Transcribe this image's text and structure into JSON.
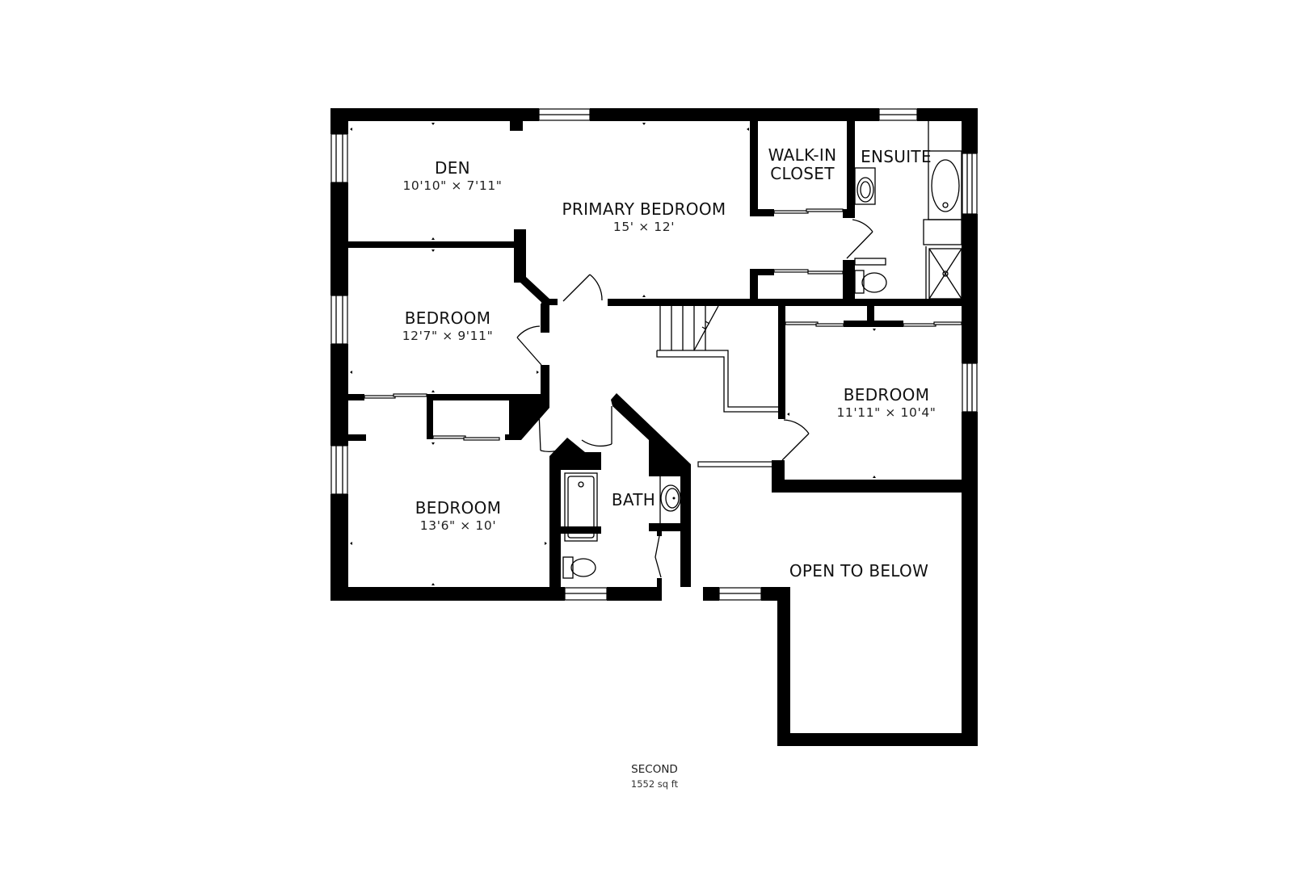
{
  "floorplan": {
    "floor": {
      "name": "SECOND",
      "area": "1552 sq ft"
    },
    "rooms": [
      {
        "id": "den",
        "name": "DEN",
        "dimensions": "10'10\" × 7'11\""
      },
      {
        "id": "primary-bedroom",
        "name": "PRIMARY BEDROOM",
        "dimensions": "15' × 12'"
      },
      {
        "id": "walk-in-closet",
        "name": "WALK-IN\nCLOSET",
        "name_line1": "WALK-IN",
        "name_line2": "CLOSET"
      },
      {
        "id": "ensuite",
        "name": "ENSUITE"
      },
      {
        "id": "bedroom-2",
        "name": "BEDROOM",
        "dimensions": "12'7\" × 9'11\""
      },
      {
        "id": "bedroom-3",
        "name": "BEDROOM",
        "dimensions": "13'6\" × 10'"
      },
      {
        "id": "bath",
        "name": "BATH"
      },
      {
        "id": "bedroom-4",
        "name": "BEDROOM",
        "dimensions": "11'11\" × 10'4\""
      },
      {
        "id": "open-to-below",
        "name": "OPEN TO BELOW"
      }
    ],
    "fixtures": [
      "bathtub-icon",
      "oval-tub-icon",
      "shower-icon",
      "sink-icon",
      "toilet-icon",
      "stairs-icon",
      "door-swing-icon",
      "window-icon"
    ],
    "colors": {
      "wall": "#000000",
      "background": "#ffffff",
      "text": "#111111"
    }
  }
}
